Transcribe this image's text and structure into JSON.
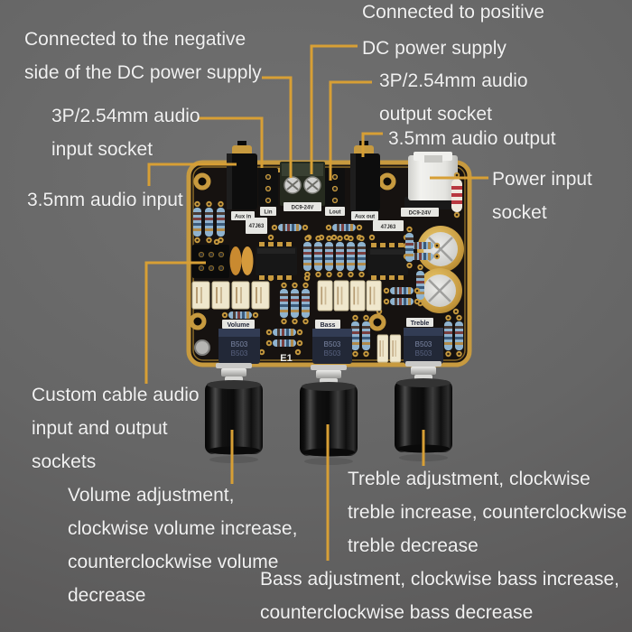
{
  "colors": {
    "background": "#666666",
    "leader_line": "#d79f35",
    "label_text": "#f1f1f1",
    "pcb_gold": "#c79a3f",
    "pcb_surface": "#161210",
    "knob_black": "#0c0c0c"
  },
  "annotations": {
    "negative_supply": {
      "line1": "Connected to the negative",
      "line2": "side of the DC power supply"
    },
    "audio_input_socket": {
      "line1": "3P/2.54mm audio",
      "line2": "input socket"
    },
    "audio_input_35": {
      "line1": "3.5mm audio input"
    },
    "positive_supply": {
      "line1": "Connected to positive",
      "line2": "DC power supply"
    },
    "audio_output_socket": {
      "line1": "3P/2.54mm audio",
      "line2": "output socket"
    },
    "audio_output_35": {
      "line1": "3.5mm audio output"
    },
    "power_input": {
      "line1": "Power input",
      "line2": "socket"
    },
    "custom_cable": {
      "line1": "Custom cable audio",
      "line2": "input and output",
      "line3": "sockets"
    },
    "volume": {
      "line1": "Volume adjustment,",
      "line2": "clockwise volume increase,",
      "line3": "counterclockwise volume",
      "line4": "decrease"
    },
    "treble": {
      "line1": "Treble adjustment, clockwise",
      "line2": "treble increase, counterclockwise",
      "line3": "treble decrease"
    },
    "bass": {
      "line1": "Bass adjustment, clockwise bass increase,",
      "line2": "counterclockwise bass decrease"
    }
  },
  "board": {
    "silkscreen": {
      "aux_in": "Aux in",
      "line_in": "Lin",
      "terminal_label": "DC9-24V",
      "line_out": "Lout",
      "aux_out": "Aux out",
      "dc_jack_label": "DC9-24V",
      "volume_pot": "Volume",
      "bass_pot": "Bass",
      "treble_pot": "Treble",
      "board_id": "E1",
      "pot_code": "B503",
      "cap_code": "47J63"
    }
  }
}
